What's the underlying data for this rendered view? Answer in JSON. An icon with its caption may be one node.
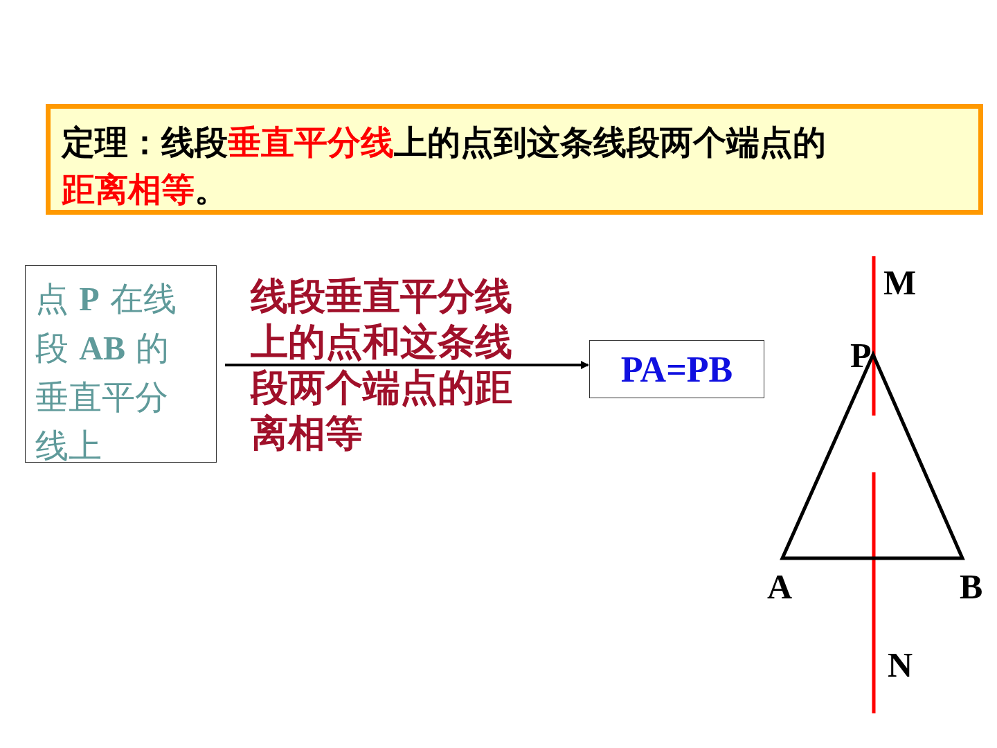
{
  "diagram": {
    "nodes": [
      {
        "text": [
          "定理：线段**垂直平分线**上的点到这条线段两个端点的**距离相等**。"
        ]
      },
      {
        "text": [
          "点 **P** 在线段 **AB** 的垂直平分线上"
        ]
      },
      {
        "text": [
          "PA=PB"
        ]
      }
    ],
    "edges": [
      {
        "from": 1,
        "to": 2,
        "arrow": "to",
        "label": "线段垂直平分线上的点和这条线段两个端点的距离相等"
      }
    ],
    "labels": [
      "M",
      "P",
      "A",
      "B",
      "N"
    ]
  }
}
